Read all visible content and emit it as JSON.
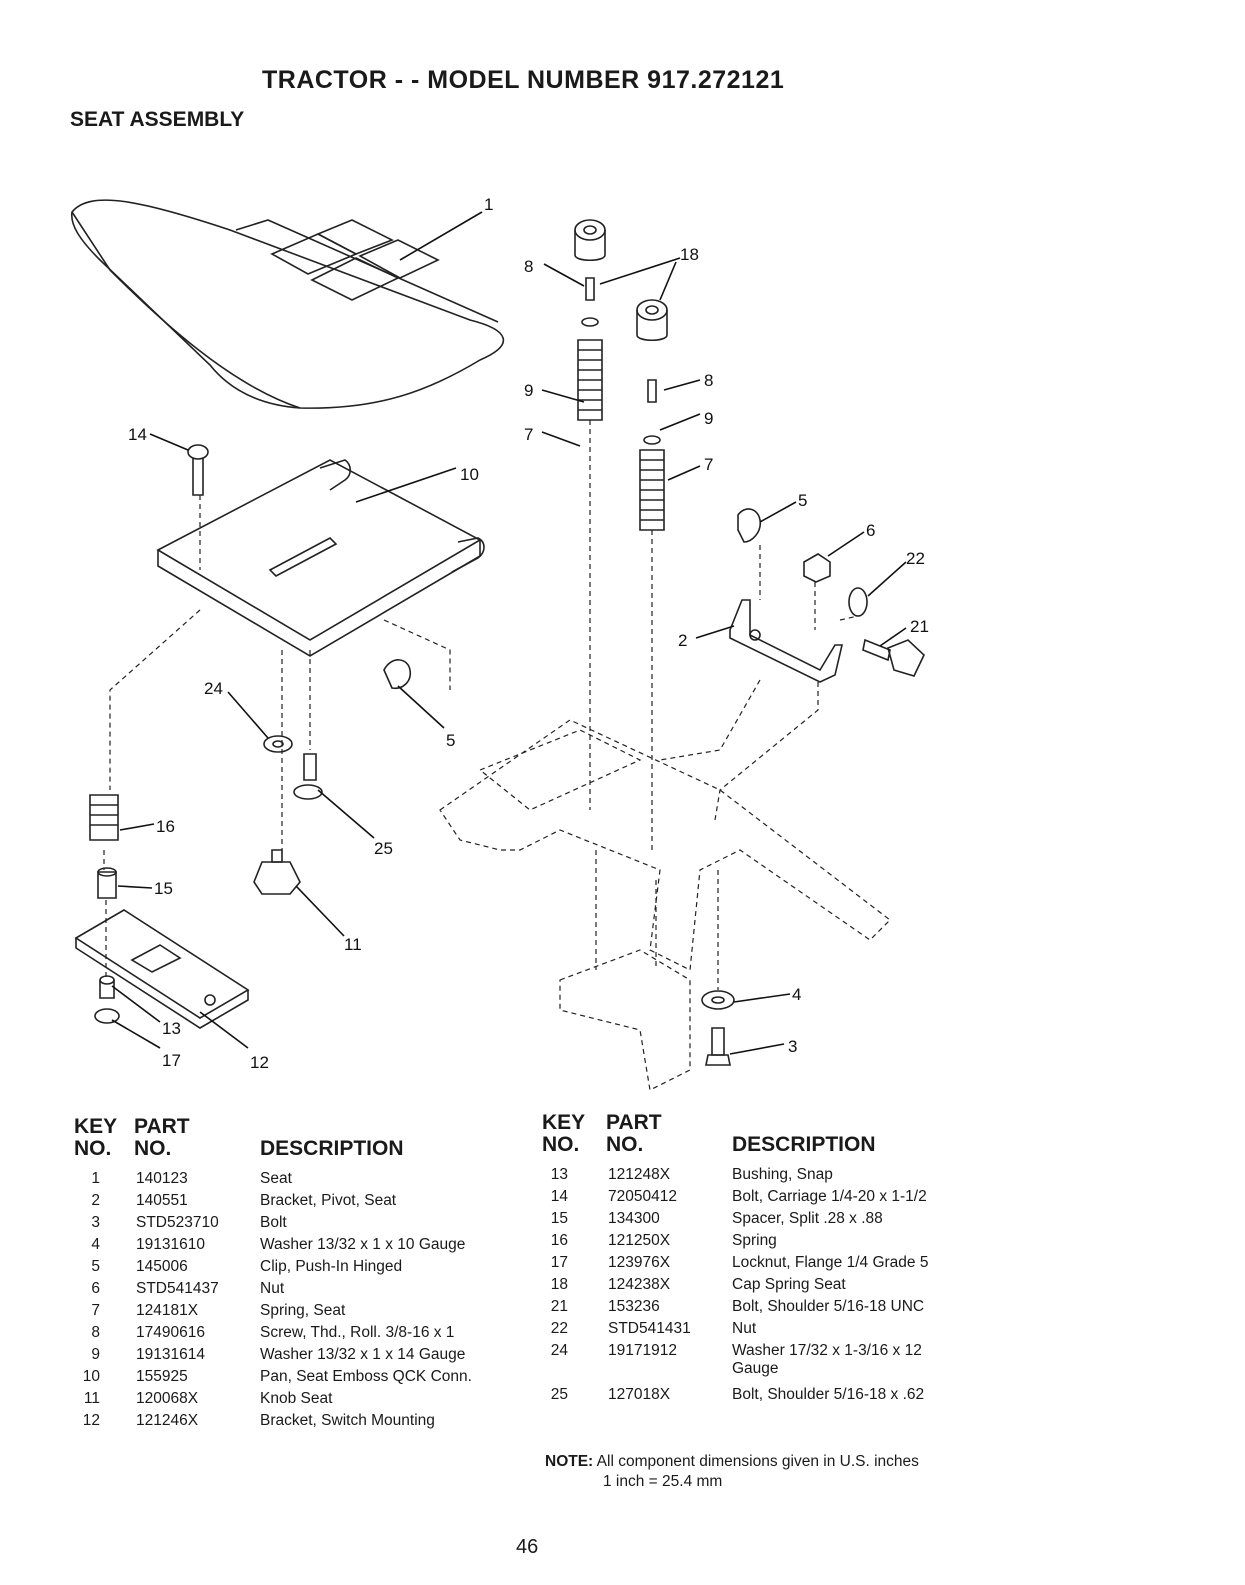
{
  "header": {
    "title": "TRACTOR - - MODEL NUMBER 917.272121",
    "subtitle": "SEAT ASSEMBLY"
  },
  "callouts": [
    "1",
    "18",
    "8",
    "9",
    "7",
    "8",
    "9",
    "7",
    "14",
    "10",
    "5",
    "6",
    "22",
    "2",
    "21",
    "24",
    "5",
    "16",
    "25",
    "15",
    "11",
    "4",
    "3",
    "13",
    "17",
    "12"
  ],
  "table_headers": {
    "key": "KEY",
    "no1": "NO.",
    "part": "PART",
    "no2": "NO.",
    "description": "DESCRIPTION"
  },
  "parts_left": [
    {
      "key": "1",
      "part": "140123",
      "desc": "Seat"
    },
    {
      "key": "2",
      "part": "140551",
      "desc": "Bracket, Pivot, Seat"
    },
    {
      "key": "3",
      "part": "STD523710",
      "desc": "Bolt"
    },
    {
      "key": "4",
      "part": "19131610",
      "desc": "Washer 13/32 x 1 x 10 Gauge"
    },
    {
      "key": "5",
      "part": "145006",
      "desc": "Clip, Push-In Hinged"
    },
    {
      "key": "6",
      "part": "STD541437",
      "desc": "Nut"
    },
    {
      "key": "7",
      "part": "124181X",
      "desc": "Spring, Seat"
    },
    {
      "key": "8",
      "part": "17490616",
      "desc": "Screw, Thd., Roll. 3/8-16 x 1"
    },
    {
      "key": "9",
      "part": "19131614",
      "desc": "Washer 13/32 x 1 x 14 Gauge"
    },
    {
      "key": "10",
      "part": "155925",
      "desc": "Pan, Seat Emboss QCK Conn."
    },
    {
      "key": "11",
      "part": "120068X",
      "desc": "Knob Seat"
    },
    {
      "key": "12",
      "part": "121246X",
      "desc": "Bracket, Switch Mounting"
    }
  ],
  "parts_right": [
    {
      "key": "13",
      "part": "121248X",
      "desc": "Bushing, Snap"
    },
    {
      "key": "14",
      "part": "72050412",
      "desc": "Bolt, Carriage 1/4-20 x 1-1/2"
    },
    {
      "key": "15",
      "part": "134300",
      "desc": "Spacer, Split .28 x .88"
    },
    {
      "key": "16",
      "part": "121250X",
      "desc": "Spring"
    },
    {
      "key": "17",
      "part": "123976X",
      "desc": "Locknut, Flange 1/4 Grade 5"
    },
    {
      "key": "18",
      "part": "124238X",
      "desc": "Cap Spring Seat"
    },
    {
      "key": "21",
      "part": "153236",
      "desc": "Bolt, Shoulder 5/16-18 UNC"
    },
    {
      "key": "22",
      "part": "STD541431",
      "desc": "Nut"
    },
    {
      "key": "24",
      "part": "19171912",
      "desc": "Washer 17/32 x 1-3/16 x 12 Gauge"
    },
    {
      "key": "25",
      "part": "127018X",
      "desc": "Bolt, Shoulder 5/16-18 x .62"
    }
  ],
  "note": {
    "label": "NOTE:",
    "line1": "All component dimensions given in U.S. inches",
    "line2": "1 inch = 25.4 mm"
  },
  "page_number": "46"
}
